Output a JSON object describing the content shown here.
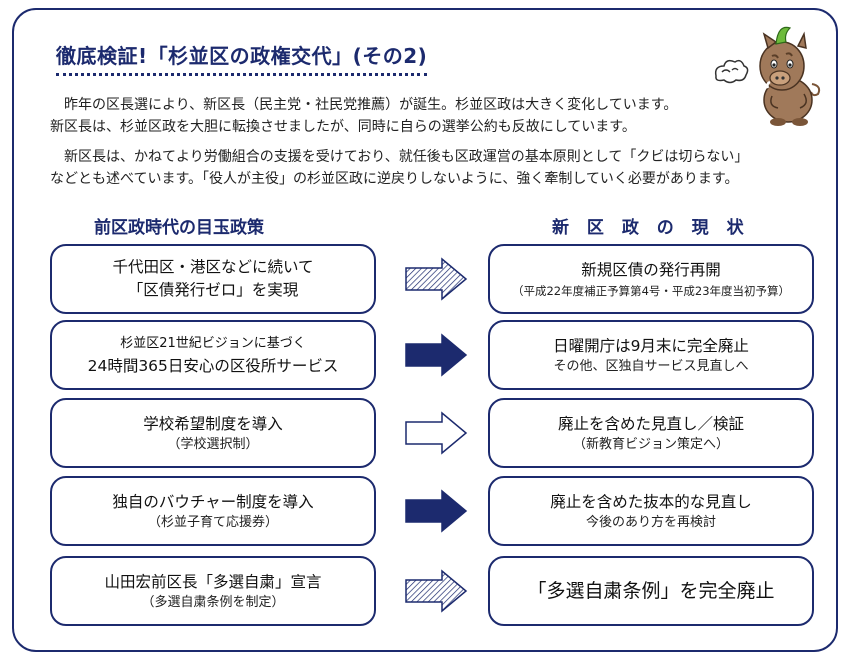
{
  "title": "徹底検証!「杉並区の政権交代」(その2)",
  "paragraphs": [
    {
      "lines": [
        "　昨年の区長選により、新区長（民主党・社民党推薦）が誕生。杉並区政は大きく変化しています。",
        "新区長は、杉並区政を大胆に転換させましたが、同時に自らの選挙公約も反故にしています。"
      ]
    },
    {
      "lines": [
        "　新区長は、かねてより労働組合の支援を受けており、就任後も区政運営の基本原則として「クビは切らない」",
        "などとも述べています。「役人が主役」の杉並区政に逆戻りしないように、強く牽制していく必要があります。"
      ]
    }
  ],
  "columns": {
    "left": "前区政時代の目玉政策",
    "right": "新 区 政 の 現 状"
  },
  "rows": [
    {
      "left": {
        "main": [
          "千代田区・港区などに続いて",
          "「区債発行ゼロ」を実現"
        ],
        "sub": ""
      },
      "right": {
        "main": [
          "新規区債の発行再開"
        ],
        "sub": "（平成22年度補正予算第4号・平成23年度当初予算）"
      },
      "arrow": "striped"
    },
    {
      "left": {
        "main": [
          "杉並区21世紀ビジョンに基づく",
          "24時間365日安心の区役所サービス"
        ],
        "sub": ""
      },
      "right": {
        "main": [
          "日曜開庁は9月末に完全廃止"
        ],
        "sub": "その他、区独自サービス見直しへ"
      },
      "arrow": "solid"
    },
    {
      "left": {
        "main": [
          "学校希望制度を導入"
        ],
        "sub": "（学校選択制）"
      },
      "right": {
        "main": [
          "廃止を含めた見直し／検証"
        ],
        "sub": "（新教育ビジョン策定へ）"
      },
      "arrow": "outline"
    },
    {
      "left": {
        "main": [
          "独自のバウチャー制度を導入"
        ],
        "sub": "（杉並子育て応援券）"
      },
      "right": {
        "main": [
          "廃止を含めた抜本的な見直し"
        ],
        "sub": "今後のあり方を再検討"
      },
      "arrow": "solid"
    },
    {
      "left": {
        "main": [
          "山田宏前区長「多選自粛」宣言"
        ],
        "sub": "（多選自粛条例を制定）"
      },
      "right": {
        "main": [
          "「多選自粛条例」を完全廃止"
        ],
        "sub": ""
      },
      "arrow": "striped"
    }
  ],
  "colors": {
    "navy": "#1c2a6e",
    "mascot_body": "#a0795a",
    "mascot_hair": "#6dbb3c"
  },
  "icons": {
    "mascot": "boar-mascot-icon",
    "arrows": "right-arrow-icon"
  }
}
